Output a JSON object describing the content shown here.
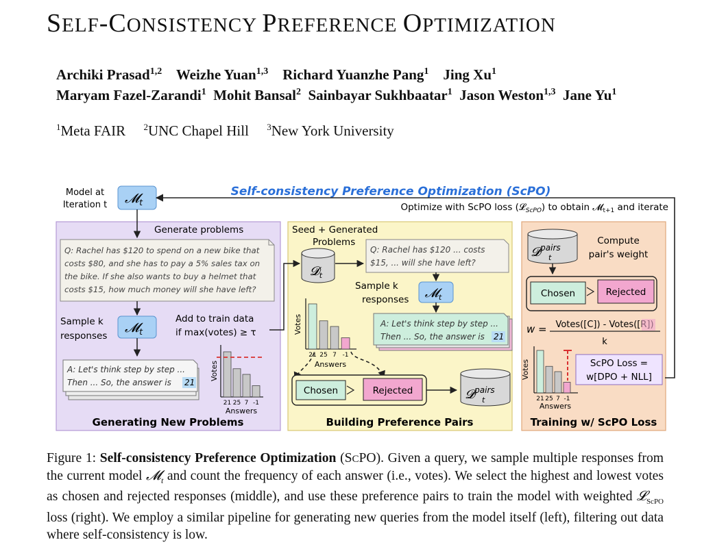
{
  "paper": {
    "title_parts": [
      "S",
      "ELF",
      "-C",
      "ONSISTENCY ",
      "P",
      "REFERENCE ",
      "O",
      "PTIMIZATION"
    ],
    "authors_line1": [
      {
        "name": "Archiki Prasad",
        "sup": "1,2"
      },
      {
        "name": "Weizhe Yuan",
        "sup": "1,3"
      },
      {
        "name": "Richard Yuanzhe Pang",
        "sup": "1"
      },
      {
        "name": "Jing Xu",
        "sup": "1"
      }
    ],
    "authors_line2": [
      {
        "name": "Maryam Fazel-Zarandi",
        "sup": "1"
      },
      {
        "name": "Mohit Bansal",
        "sup": "2"
      },
      {
        "name": "Sainbayar Sukhbaatar",
        "sup": "1"
      },
      {
        "name": "Jason Weston",
        "sup": "1,3"
      },
      {
        "name": "Jane Yu",
        "sup": "1"
      }
    ],
    "affiliations": [
      {
        "sup": "1",
        "name": "Meta FAIR"
      },
      {
        "sup": "2",
        "name": "UNC Chapel Hill"
      },
      {
        "sup": "3",
        "name": "New York University"
      }
    ]
  },
  "figure": {
    "banner": "Self-consistency Preference Optimization (ScPO)",
    "model_label_1": "Model at",
    "model_label_2": "Iteration t",
    "model_symbol": "𝓜",
    "model_sub": "t",
    "optimize_text": "Optimize with ScPO loss (𝓛",
    "optimize_sub": "ScPO",
    "optimize_text2": ") to obtain 𝓜",
    "optimize_sub2": "t+1",
    "optimize_text3": " and iterate",
    "left": {
      "generate_label": "Generate problems",
      "question": [
        "Q: Rachel has $120 to spend on a new bike that",
        "costs $80, and she has to pay a 5% sales tax on",
        "the bike. If she also wants to buy a helmet that",
        "costs $15, how much money will she have left?"
      ],
      "sample_label": [
        "Sample k",
        "responses"
      ],
      "add_label_1": "Add to train data",
      "add_label_2": "if max(votes) ≥ τ",
      "answer_line1": "A: Let's think step by step ...",
      "answer_line2": "Then ... So, the answer is ",
      "answer_value": "21",
      "panel_title": "Generating New Problems"
    },
    "middle": {
      "seed_label_1": "Seed + Generated",
      "seed_label_2": "Problems",
      "dataset_symbol": "𝓓",
      "question": [
        "Q: Rachel has $120 ... costs",
        "$15, ...  will she have left?"
      ],
      "sample_label": [
        "Sample k",
        "responses"
      ],
      "answer_line1": "A: Let's think step by step ...",
      "answer_line2": "Then ... So, the answer is ",
      "answer_value": "21",
      "chosen": "Chosen",
      "rejected": "Rejected",
      "pairs_sup": "pairs",
      "panel_title": "Building Preference Pairs"
    },
    "right": {
      "compute_1": "Compute",
      "compute_2": "pair's weight",
      "chosen": "Chosen",
      "rejected": "Rejected",
      "w_eq": "w =",
      "formula_num": "Votes([C]) - Votes([R])",
      "formula_den": "k",
      "loss_1": "ScPO Loss =",
      "loss_2": "w[DPO + NLL]",
      "panel_title": "Training w/ ScPO Loss"
    },
    "axis": {
      "votes": "Votes",
      "answers": "Answers"
    },
    "chart_data": {
      "type": "bar",
      "categories": [
        "21",
        "25",
        "7",
        "-1"
      ],
      "values": [
        8,
        5,
        4,
        2
      ],
      "xlabel": "Answers",
      "ylabel": "Votes"
    },
    "colors": {
      "left_panel": "#e6dcf5",
      "middle_panel": "#fbf5c8",
      "right_panel": "#f9dcc4",
      "model_box": "#a9d1f5",
      "chosen": "#cdeedd",
      "rejected": "#f2a7cf",
      "banner": "#2a6fd8",
      "threshold": "#d93030"
    }
  },
  "caption": {
    "label": "Figure 1: ",
    "bold": "Self-consistency Preference Optimization",
    "sc_open": " (S",
    "sc_small": "C",
    "sc_rest": "PO). Given a query, we sample multiple responses from the current model ",
    "model": "𝓜",
    "model_sub": "t",
    "text2": " and count the frequency of each answer (i.e., votes).  We select the highest and lowest votes as chosen and rejected responses (middle), and use these preference pairs to train the model with weighted ",
    "loss": "𝓛",
    "loss_sub": "ScPO",
    "text3": " loss (right). We employ a similar pipeline for generating new queries from the model itself (left), filtering out data where self-consistency is low."
  }
}
